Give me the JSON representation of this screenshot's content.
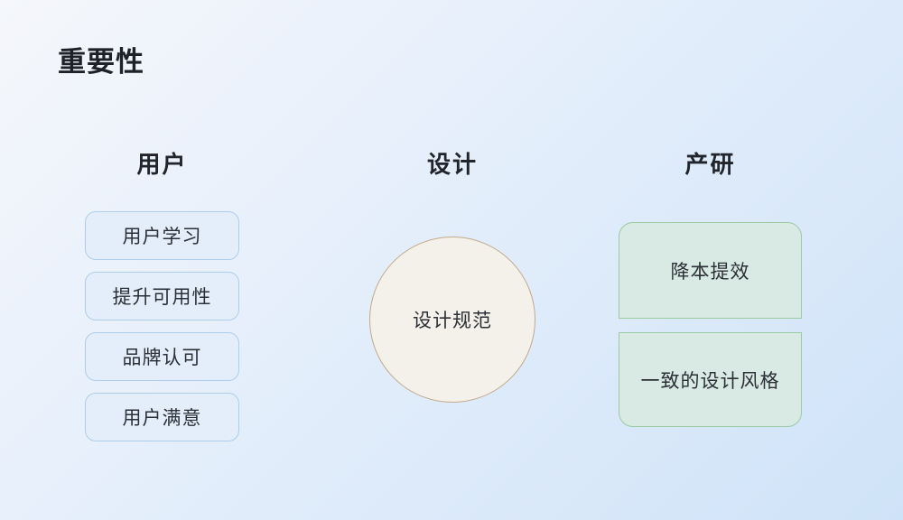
{
  "slide": {
    "title": "重要性"
  },
  "colors": {
    "background_gradient_start": "#f5f7fb",
    "background_gradient_end": "#cfe3f8",
    "blue_box_fill": "#e3eefa",
    "blue_box_border": "#aecdea",
    "green_box_fill": "#d9e9e3",
    "green_box_border": "#9ccaa4",
    "circle_fill": "#f4f1ea",
    "circle_border": "#c2a98a",
    "text_dark": "#21252b"
  },
  "columns": {
    "user": {
      "header": "用户",
      "items": [
        "用户学习",
        "提升可用性",
        "品牌认可",
        "用户满意"
      ]
    },
    "design": {
      "header": "设计",
      "circle_label": "设计规范"
    },
    "prod": {
      "header": "产研",
      "items": [
        "降本提效",
        "一致的设计风格"
      ]
    }
  }
}
